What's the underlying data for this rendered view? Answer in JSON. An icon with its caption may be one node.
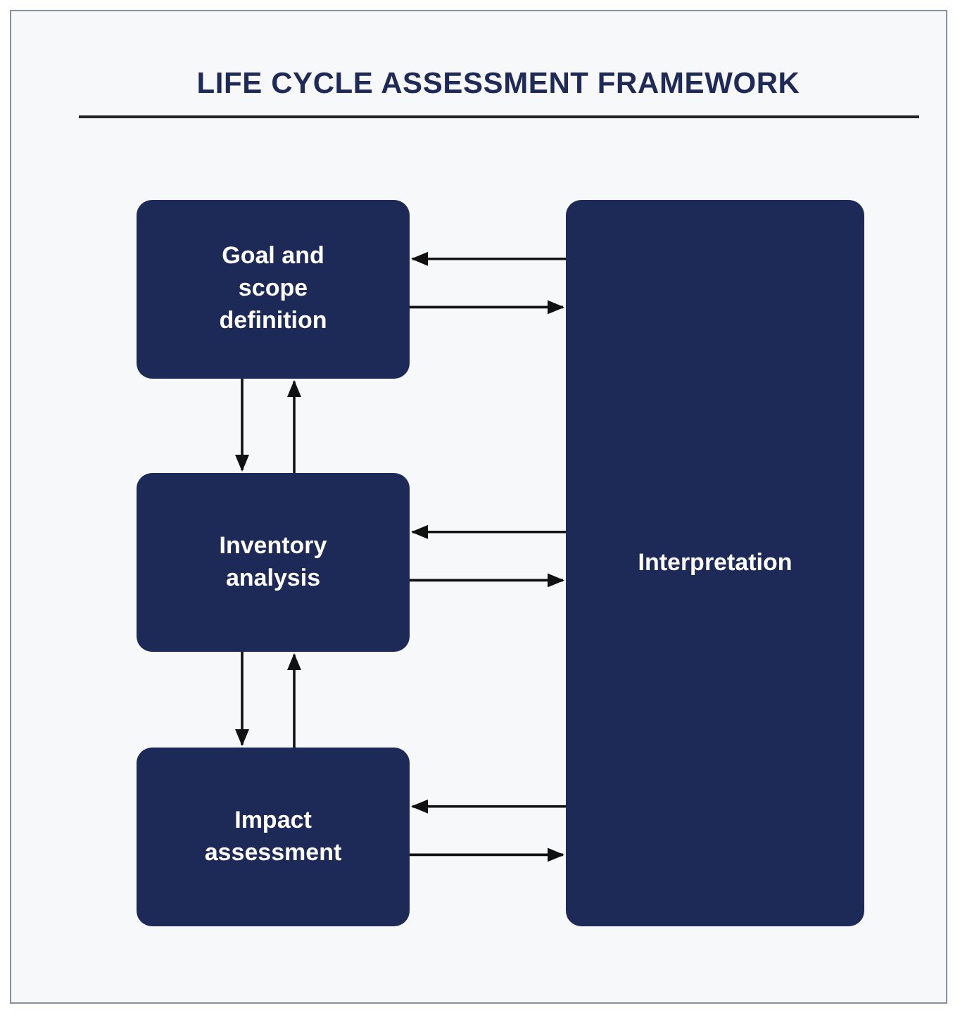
{
  "diagram": {
    "title": "LIFE CYCLE ASSESSMENT FRAMEWORK",
    "nodes": [
      {
        "text": [
          "Goal and scope definition"
        ]
      },
      {
        "text": [
          "Inventory analysis"
        ]
      },
      {
        "text": [
          "Impact assessment"
        ]
      },
      {
        "text": [
          "Interpretation"
        ]
      }
    ],
    "edges": [
      {
        "from": 3,
        "to": 0,
        "arrow": "to"
      },
      {
        "from": 0,
        "to": 3,
        "arrow": "to"
      },
      {
        "from": 0,
        "to": 1,
        "arrow": "to"
      },
      {
        "from": 1,
        "to": 0,
        "arrow": "to"
      },
      {
        "from": 3,
        "to": 1,
        "arrow": "to"
      },
      {
        "from": 1,
        "to": 3,
        "arrow": "to"
      },
      {
        "from": 1,
        "to": 2,
        "arrow": "to"
      },
      {
        "from": 2,
        "to": 1,
        "arrow": "to"
      },
      {
        "from": 3,
        "to": 2,
        "arrow": "to"
      },
      {
        "from": 2,
        "to": 3,
        "arrow": "to"
      }
    ]
  }
}
